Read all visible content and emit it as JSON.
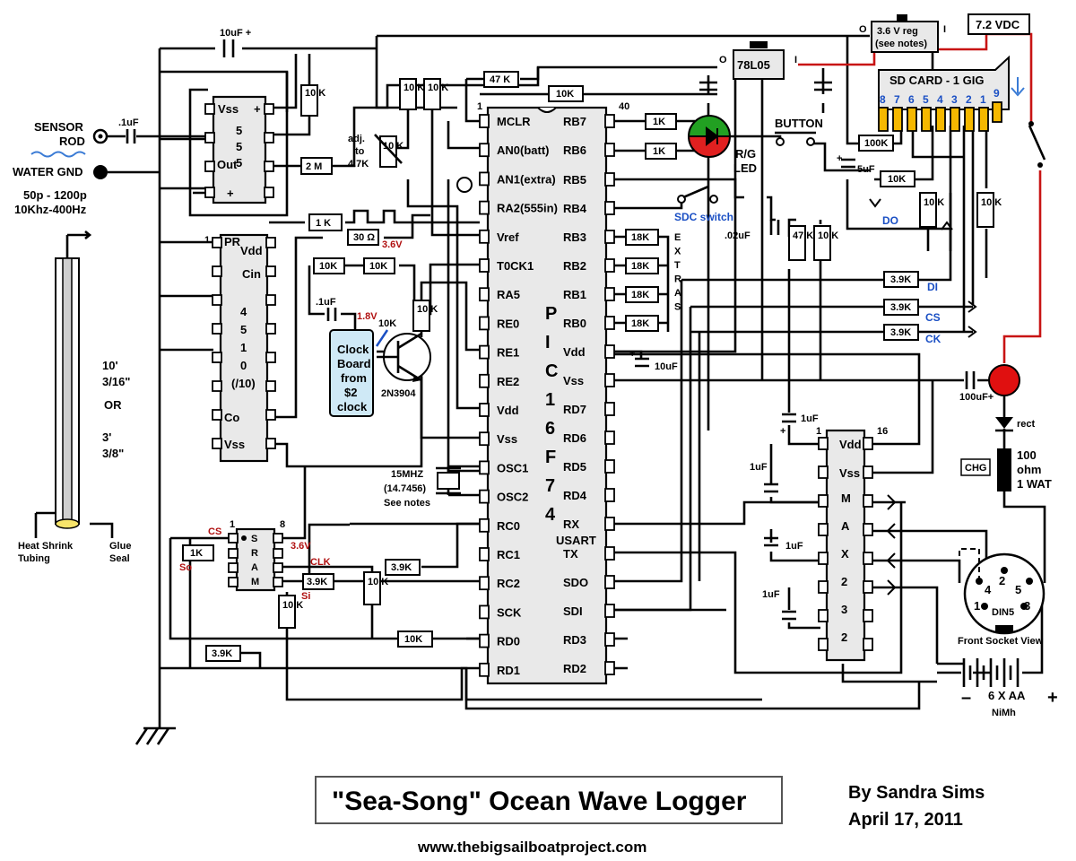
{
  "diagram": {
    "title": "\"Sea-Song\" Ocean Wave Logger",
    "author": "By Sandra Sims",
    "date": "April 17, 2011",
    "website": "www.thebigsailboatproject.com"
  },
  "sensor": {
    "rod_label_1": "SENSOR",
    "rod_label_2": "ROD",
    "water_gnd": "WATER GND",
    "cap_range": "50p - 1200p",
    "freq_range": "10Khz-400Hz",
    "cap": ".1uF",
    "length_1": "10'",
    "dia_1": "3/16\"",
    "or": "OR",
    "length_2": "3'",
    "dia_2": "3/8\"",
    "heat_shrink_1": "Heat Shrink",
    "heat_shrink_2": "Tubing",
    "glue_1": "Glue",
    "glue_2": "Seal"
  },
  "timer555": {
    "vss": "Vss",
    "plus": "+",
    "d1": "5",
    "d2": "5",
    "d3": "5",
    "out": "Out",
    "plus2": "+",
    "adj_1": "adj.",
    "adj_2": "to",
    "adj_3": "4.7K",
    "r_2m": "2 M",
    "r_1k": "1 K",
    "r_10k": "10 K",
    "cap_top": "10uF +"
  },
  "divider4510": {
    "pin1": "1",
    "pr": "PR",
    "vdd": "Vdd",
    "cin": "Cin",
    "d1": "4",
    "d2": "5",
    "d3": "1",
    "d4": "0",
    "div": "(/10)",
    "co": "Co",
    "vss": "Vss"
  },
  "clock": {
    "r30": "30 Ω",
    "v36": "3.6V",
    "r10k_a": "10K",
    "r10k_b": "10K",
    "cap": ".1uF",
    "v18": "1.8V",
    "r10k_c": "10K",
    "box_1": "Clock",
    "box_2": "Board",
    "box_3": "from",
    "box_4": "$2",
    "box_5": "clock",
    "transistor": "2N3904",
    "r_base": "10 K"
  },
  "pic": {
    "name_letters": [
      "P",
      "I",
      "C",
      "1",
      "6",
      "F",
      "7",
      "4"
    ],
    "pin1": "1",
    "pin40": "40",
    "left_pins": [
      "MCLR",
      "AN0(batt)",
      "AN1(extra)",
      "RA2(555in)",
      "Vref",
      "T0CK1",
      "RA5",
      "RE0",
      "RE1",
      "RE2",
      "Vdd",
      "Vss",
      "OSC1",
      "OSC2",
      "RC0",
      "RC1",
      "RC2",
      "SCK",
      "RD0",
      "RD1"
    ],
    "right_pins": [
      "RB7",
      "RB6",
      "RB5",
      "RB4",
      "RB3",
      "RB2",
      "RB1",
      "RB0",
      "Vdd",
      "Vss",
      "RD7",
      "RD6",
      "RD5",
      "RD4",
      "RX",
      "USART",
      "TX",
      "SDO",
      "SDI",
      "RD3",
      "RD2"
    ],
    "r47k": "47 K",
    "r10k_mclr": "10K",
    "crystal_1": "15MHZ",
    "crystal_2": "(14.7456)",
    "crystal_3": "See notes",
    "extras_letters": [
      "E",
      "X",
      "T",
      "R",
      "A",
      "S"
    ],
    "r18k": [
      "18K",
      "18K",
      "18K",
      "18K"
    ],
    "cap_vdd": "10uF"
  },
  "led": {
    "r1": "1K",
    "r2": "1K",
    "label_1": "R/G",
    "label_2": "LED",
    "button": "BUTTON",
    "sdc_switch": "SDC switch",
    "cap_02": ".02uF",
    "r47k": "47 K",
    "r10k": "10 K"
  },
  "power": {
    "reg36_1": "3.6 V reg",
    "reg36_2": "(see notes)",
    "reg_o": "O",
    "reg_i": "I",
    "vdc": "7.2 VDC",
    "reg78": "78L05",
    "reg78_o": "O",
    "reg78_i": "I"
  },
  "sdcard": {
    "label": "SD CARD - 1 GIG",
    "pins": [
      "8",
      "7",
      "6",
      "5",
      "4",
      "3",
      "2",
      "1",
      "9"
    ],
    "r100k": "100K",
    "cap5": "5uF",
    "r10k": "10K",
    "do": "DO",
    "r10k_v1": "10 K",
    "r10k_v2": "10 K",
    "di_r": "3.9K",
    "di": "DI",
    "cs_r": "3.9K",
    "cs": "CS",
    "ck_r": "3.9K",
    "ck": "CK"
  },
  "max232": {
    "pin1": "1",
    "pin16": "16",
    "vdd": "Vdd",
    "vss": "Vss",
    "letters": [
      "M",
      "A",
      "X",
      "2",
      "3",
      "2"
    ],
    "caps": [
      "1uF",
      "1uF",
      "1uF",
      "1uF"
    ]
  },
  "sram": {
    "cs": "CS",
    "pin1": "1",
    "pin8": "8",
    "letters": [
      "S",
      "R",
      "A",
      "M"
    ],
    "v36": "3.6V",
    "clk": "CLK",
    "r1k": "1K",
    "so": "So",
    "r39k_si": "3.9K",
    "si": "Si",
    "r10k_1": "10 K",
    "r10k_2": "10 K",
    "r39k_rc1": "3.9K",
    "r10k_rd0": "10K",
    "r39k_bottom": "3.9K"
  },
  "charging": {
    "cap": "100uF+",
    "rect": "rect",
    "chg": "CHG",
    "res_1": "100",
    "res_2": "ohm",
    "res_3": "1 WAT",
    "din_pins": [
      "2",
      "4",
      "5",
      "1",
      "3"
    ],
    "din": "DIN5",
    "socket_view": "Front Socket View",
    "minus": "–",
    "battery": "6 X AA",
    "plus": "+",
    "nimh": "NiMh"
  }
}
